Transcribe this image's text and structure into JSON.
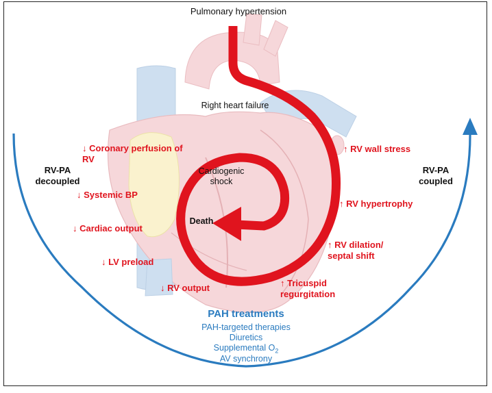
{
  "title": "Pulmonary hypertension",
  "spiral_stages": [
    "Right heart failure",
    "Cardiogenic shock",
    "Death"
  ],
  "left_group": {
    "label": "RV-PA decoupled",
    "items": [
      "Coronary perfusion of RV",
      "Systemic BP",
      "Cardiac output",
      "LV preload",
      "RV output"
    ],
    "direction": "down"
  },
  "right_group": {
    "label": "RV-PA coupled",
    "items": [
      "RV wall stress",
      "RV hypertrophy",
      "RV dilation/ septal shift",
      "Tricuspid regurgitation"
    ],
    "direction": "up"
  },
  "treatments": {
    "heading": "PAH treatments",
    "items": [
      "PAH-targeted therapies",
      "Diuretics",
      "Supplemental O",
      "AV synchrony"
    ],
    "o2_subscript": "2"
  },
  "colors": {
    "red": "#e0141e",
    "blue": "#2a7bbf",
    "heart": "#f6d3d6",
    "vessel": "#c9dcef"
  },
  "icons": {
    "down": "arrow-down-icon",
    "up": "arrow-up-icon"
  }
}
